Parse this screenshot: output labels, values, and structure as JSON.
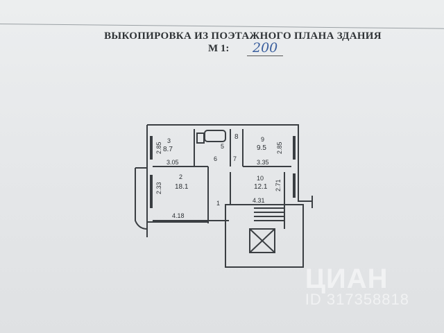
{
  "document": {
    "title": "ВЫКОПИРОВКА ИЗ ПОЭТАЖНОГО ПЛАНА ЗДАНИЯ",
    "scale_label": "М 1:",
    "scale_value": "200"
  },
  "plan": {
    "rooms": [
      {
        "number": "3",
        "area": "8.7"
      },
      {
        "number": "5",
        "area": ""
      },
      {
        "number": "8",
        "area": ""
      },
      {
        "number": "9",
        "area": "9.5"
      },
      {
        "number": "6",
        "area": ""
      },
      {
        "number": "7",
        "area": ""
      },
      {
        "number": "2",
        "area": "18.1"
      },
      {
        "number": "10",
        "area": "12.1"
      },
      {
        "number": "1",
        "area": ""
      }
    ],
    "dimensions": [
      "2.85",
      "3.05",
      "3.35",
      "2.85",
      "2.33",
      "4.18",
      "4.31",
      "2.71"
    ]
  },
  "watermark": {
    "brand": "ЦИАН",
    "id": "ID 317358818"
  }
}
